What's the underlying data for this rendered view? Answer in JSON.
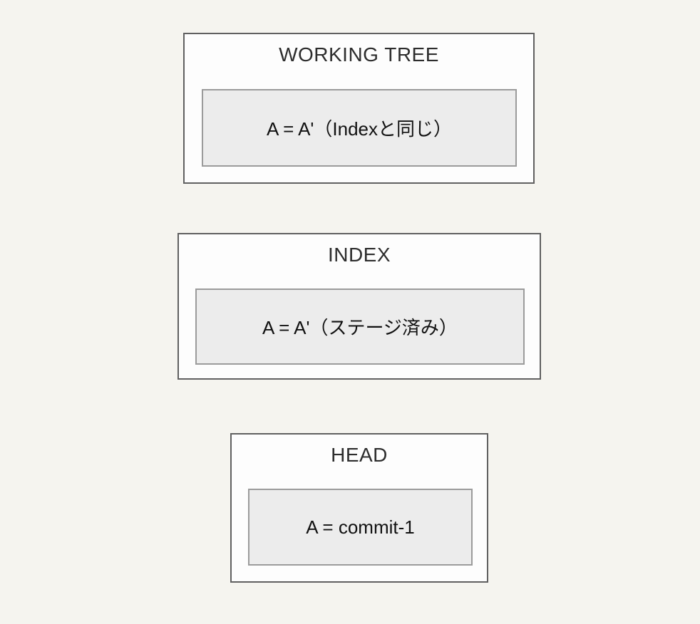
{
  "diagram": {
    "boxes": [
      {
        "title": "WORKING TREE",
        "content": "A = A'（Indexと同じ）"
      },
      {
        "title": "INDEX",
        "content": "A = A'（ステージ済み）"
      },
      {
        "title": "HEAD",
        "content": "A = commit-1"
      }
    ],
    "colors": {
      "page_background": "#f5f4ef",
      "outer_box_background": "#fdfdfd",
      "outer_box_border": "#606060",
      "inner_box_background": "#ececec",
      "inner_box_border": "#9b9b9b",
      "title_text": "#2d2d2d",
      "content_text": "#111111"
    }
  }
}
